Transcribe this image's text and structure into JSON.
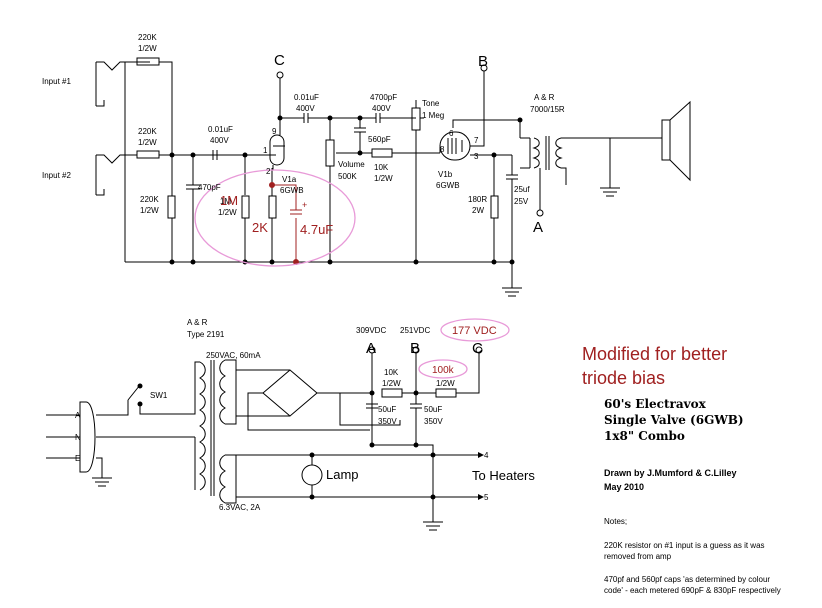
{
  "colors": {
    "wire": "#000000",
    "mod": "#a02020",
    "circle": "#e89ad8"
  },
  "inputs": {
    "in1": "Input #1",
    "in2": "Input #2"
  },
  "components": {
    "r_in1": [
      "220K",
      "1/2W"
    ],
    "r_in2": [
      "220K",
      "1/2W"
    ],
    "r_grid": [
      "220K",
      "1/2W"
    ],
    "c_470": "470pF",
    "c_couple": [
      "0.01uF",
      "400V"
    ],
    "c_plate": [
      "0.01uF",
      "400V"
    ],
    "r_1m": [
      "1M",
      "1/2W"
    ],
    "r_1m_big": "1M",
    "r_2k": "2K",
    "c_4u7": "4.7uF",
    "v1a": [
      "V1a",
      "6GWB"
    ],
    "pin9": "9",
    "pin1": "1",
    "pin2": "2",
    "c_4700": [
      "4700pF",
      "400V"
    ],
    "c_560": "560pF",
    "tone": [
      "Tone",
      "1 Meg"
    ],
    "volume": [
      "Volume",
      "500K"
    ],
    "r_10k": [
      "10K",
      "1/2W"
    ],
    "v1b": [
      "V1b",
      "6GWB"
    ],
    "pin6": "6",
    "pin7": "7",
    "pin8": "8",
    "pin3": "3",
    "r_180": [
      "180R",
      "2W"
    ],
    "c_25u": [
      "25uf",
      "25V"
    ],
    "ot": [
      "A & R",
      "7000/15R"
    ],
    "node_c": "C",
    "node_b": "B",
    "node_a": "A"
  },
  "power": {
    "pt": [
      "A & R",
      "Type 2191"
    ],
    "sec_hv": "250VAC, 60mA",
    "sec_lv": "6.3VAC, 2A",
    "sw": "SW1",
    "plug": [
      "A",
      "N",
      "E"
    ],
    "v309": "309VDC",
    "v251": "251VDC",
    "v177": "177 VDC",
    "node_a": "A",
    "node_b": "B",
    "node_c": "C",
    "r_10k": [
      "10K",
      "1/2W"
    ],
    "r_100k_big": "100k",
    "r_10k_c": "1/2W",
    "c1": [
      "50uF",
      "350V"
    ],
    "c2": [
      "50uF",
      "350V"
    ],
    "lamp": "Lamp",
    "heaters": "To Heaters",
    "h4": "4",
    "h5": "5"
  },
  "notes": {
    "modified": [
      "Modified for better",
      "triode bias"
    ],
    "title": [
      "60's Electravox",
      "Single Valve (6GWB)",
      "1x8\" Combo"
    ],
    "drawn": [
      "Drawn by J.Mumford & C.Lilley",
      "May 2010"
    ],
    "header": "Notes;",
    "n1": [
      "220K resistor on #1 input is a guess as it was",
      "removed from amp"
    ],
    "n2": [
      "470pf and 560pf caps 'as determined by colour",
      "code' - each metered 690pF & 830pF respectively"
    ]
  }
}
